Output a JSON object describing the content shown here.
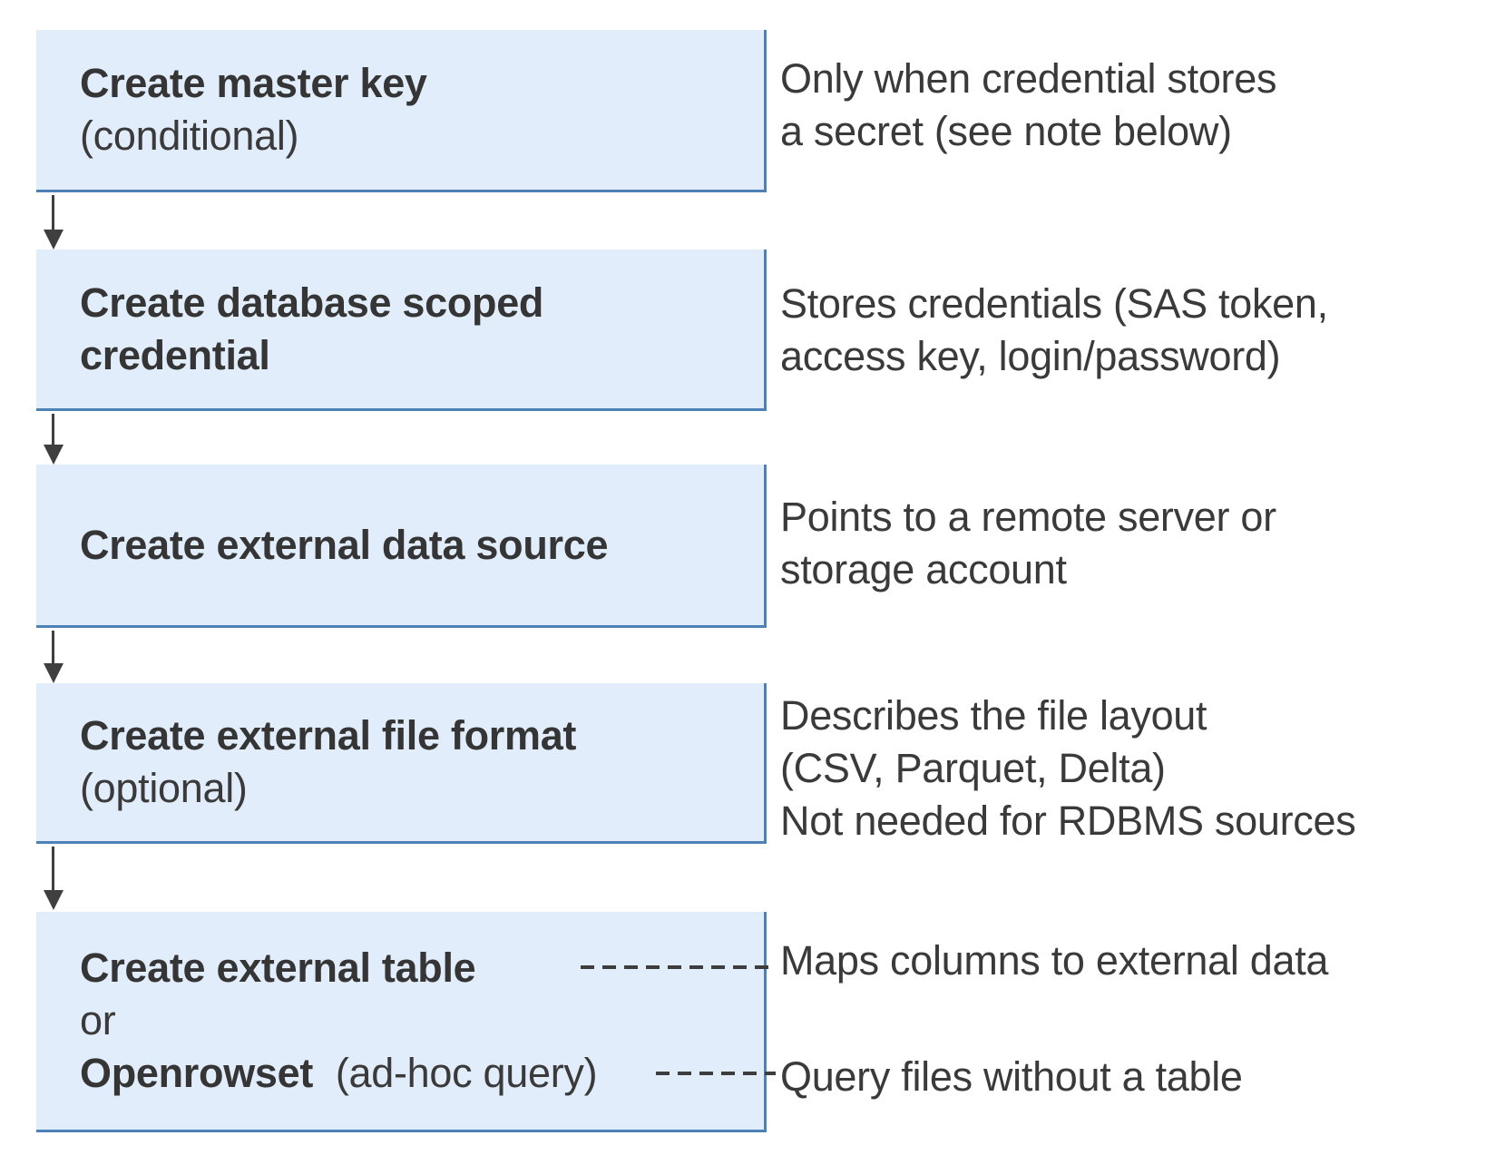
{
  "colors": {
    "box_fill": "#e2edfb",
    "box_border": "#4e81b5",
    "text": "#3a3a3a",
    "arrow": "#3f3f3f",
    "dash": "#3d3d3d"
  },
  "flow": {
    "steps": [
      {
        "title": "Create master key",
        "qualifier": "(conditional)",
        "note": "Only when credential stores\na secret (see note below)"
      },
      {
        "title": "Create database scoped\ncredential",
        "note": "Stores credentials (SAS token,\naccess key, login/password)"
      },
      {
        "title": "Create external data source",
        "note": "Points to a remote server or\nstorage account"
      },
      {
        "title": "Create external file format",
        "qualifier": "(optional)",
        "note": "Describes the file layout\n(CSV, Parquet, Delta)\nNot needed for RDBMS sources"
      },
      {
        "title": "Create external table",
        "or_label": "or",
        "alt_title": "Openrowset",
        "alt_qualifier": "(ad-hoc query)",
        "note_table": "Maps columns to external data",
        "note_openrowset": "Query files without a table"
      }
    ]
  }
}
